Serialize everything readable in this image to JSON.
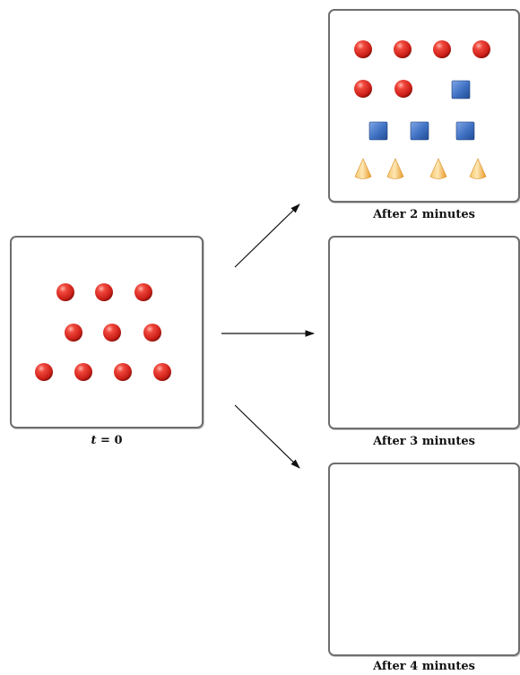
{
  "panels": {
    "initial": {
      "caption_var": "t",
      "caption_rest": " = 0"
    },
    "after2": {
      "caption": "After 2 minutes"
    },
    "after3": {
      "caption": "After 3 minutes"
    },
    "after4": {
      "caption": "After 4 minutes"
    }
  },
  "colors": {
    "sphere": "#e8302a",
    "cube": "#3d6fbf",
    "cone": "#f2a93b",
    "arrow": "#111111",
    "border": "#6e6e6e"
  }
}
